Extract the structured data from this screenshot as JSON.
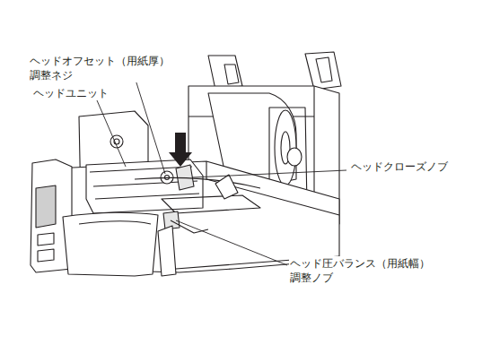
{
  "diagram": {
    "labels": [
      "ヘッドオフセット（用紙厚） 調整ネジ",
      "ヘッドユニット",
      "ヘッドクローズノブ",
      "ヘッド圧バランス（用紙幅） 調整ノブ"
    ]
  }
}
